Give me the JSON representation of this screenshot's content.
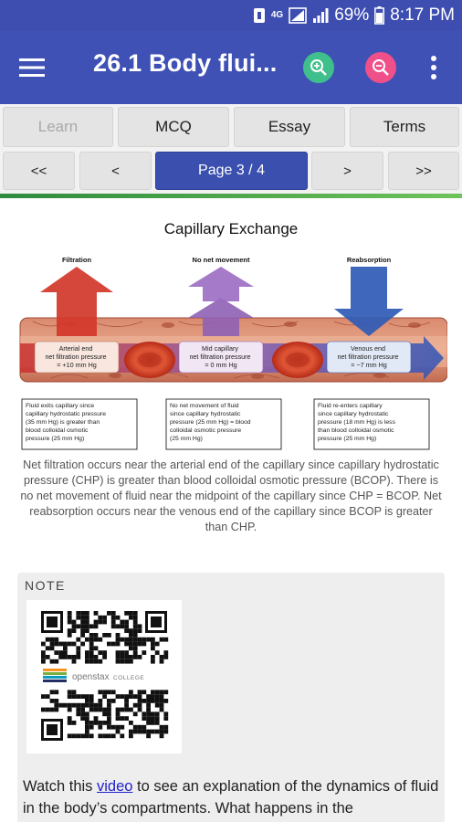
{
  "status": {
    "network": "4G",
    "battery": "69%",
    "time": "8:17 PM"
  },
  "app_bar": {
    "title": "26.1 Body flui..."
  },
  "tabs": [
    {
      "label": "Learn",
      "disabled": true
    },
    {
      "label": "MCQ",
      "disabled": false
    },
    {
      "label": "Essay",
      "disabled": false
    },
    {
      "label": "Terms",
      "disabled": false
    }
  ],
  "pager": {
    "first": "<<",
    "prev": "<",
    "current": "Page 3 / 4",
    "next": ">",
    "last": ">>"
  },
  "figure": {
    "title": "Capillary Exchange",
    "arrow_labels": {
      "filtration": "Filtration",
      "no_net": "No net movement",
      "reabsorption": "Reabsorption"
    },
    "boxes": {
      "arterial": [
        "Arterial end",
        "net filtration pressure",
        "= +10 mm Hg"
      ],
      "mid": [
        "Mid capillary",
        "net filtration pressure",
        "= 0 mm Hg"
      ],
      "venous": [
        "Venous end",
        "net filtration pressure",
        "= −7 mm Hg"
      ]
    },
    "notes": {
      "left": [
        "Fluid exits capillary since",
        "capillary hydrostatic pressure",
        "(35 mm Hg) is greater than",
        "blood colloidal osmotic",
        "pressure (25 mm Hg)"
      ],
      "mid": [
        "No net movement of fluid",
        "since capillary hydrostatic",
        "pressure (25 mm Hg) = blood",
        "colloidal osmotic pressure",
        "(25 mm Hg)"
      ],
      "right": [
        "Fluid re-enters capillary",
        "since capillary hydrostatic",
        "pressure (18 mm Hg) is less",
        "than blood colloidal osmotic",
        "pressure (25 mm Hg)"
      ]
    },
    "caption": "Net filtration occurs near the arterial end of the capillary since capillary hydrostatic pressure (CHP) is greater than blood colloidal osmotic pressure (BCOP). There is no net movement of fluid near the midpoint of the capillary since CHP = BCOP. Net reabsorption occurs near the venous end of the capillary since BCOP is greater than CHP."
  },
  "note": {
    "label": "NOTE",
    "logo_text": "openstax",
    "logo_sub": "COLLEGE",
    "text_before": "Watch this ",
    "link": "video",
    "text_after": " to see an explanation of the dynamics of fluid in the body’s compartments. What happens in the"
  },
  "colors": {
    "app_bar": "#3f51b5",
    "status_bar": "#3d4db0",
    "active_page": "#3a4fae",
    "zoom_in": "#3fbf8c",
    "zoom_out": "#f0508a",
    "accent_line": "#4caf50"
  }
}
